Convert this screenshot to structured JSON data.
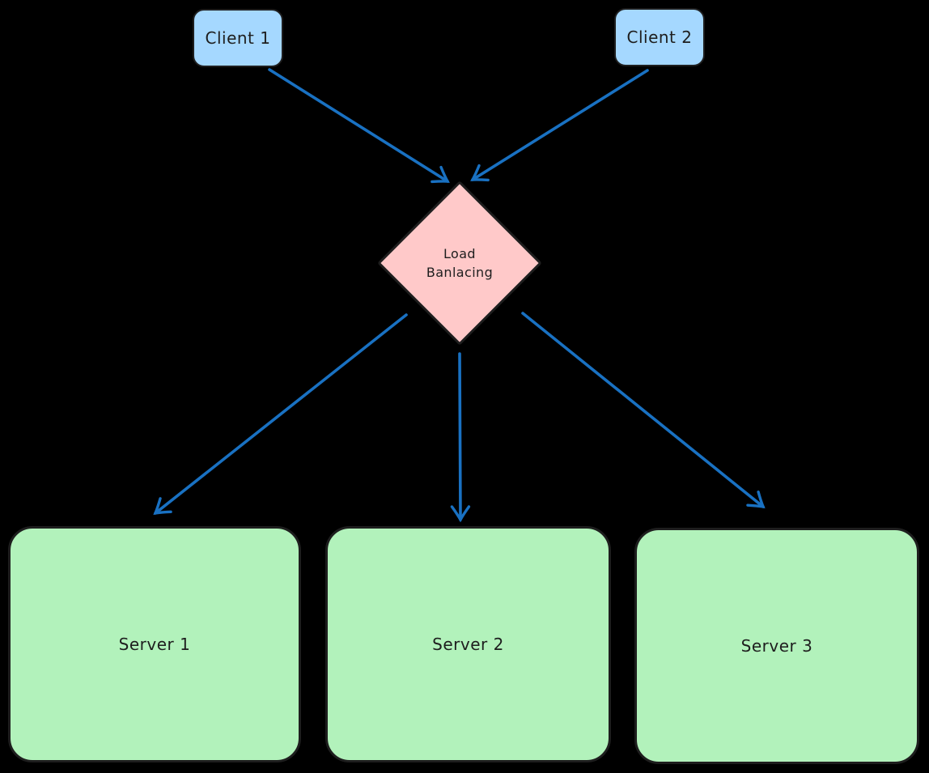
{
  "diagram": {
    "type": "flowchart",
    "nodes": {
      "client1": {
        "label": "Client 1",
        "shape": "rounded-rectangle"
      },
      "client2": {
        "label": "Client 2",
        "shape": "rounded-rectangle"
      },
      "load_balancer": {
        "label": "Load Banlacing",
        "lines": [
          "Load",
          "Banlacing"
        ],
        "shape": "diamond"
      },
      "server1": {
        "label": "Server 1",
        "shape": "rounded-rectangle"
      },
      "server2": {
        "label": "Server 2",
        "shape": "rounded-rectangle"
      },
      "server3": {
        "label": "Server 3",
        "shape": "rounded-rectangle"
      }
    },
    "edges": [
      {
        "from": "client1",
        "to": "load_balancer",
        "style": "arrow"
      },
      {
        "from": "client2",
        "to": "load_balancer",
        "style": "arrow"
      },
      {
        "from": "load_balancer",
        "to": "server1",
        "style": "arrow"
      },
      {
        "from": "load_balancer",
        "to": "server2",
        "style": "arrow"
      },
      {
        "from": "load_balancer",
        "to": "server3",
        "style": "arrow"
      }
    ]
  },
  "colors": {
    "bg": "#000000",
    "client-fill": "#a5d8ff",
    "lb-fill": "#ffc9c9",
    "server-fill": "#b2f2bb",
    "node-stroke": "#1e1e1e",
    "text": "#1e1e1e",
    "arrow": "#1971c2"
  }
}
